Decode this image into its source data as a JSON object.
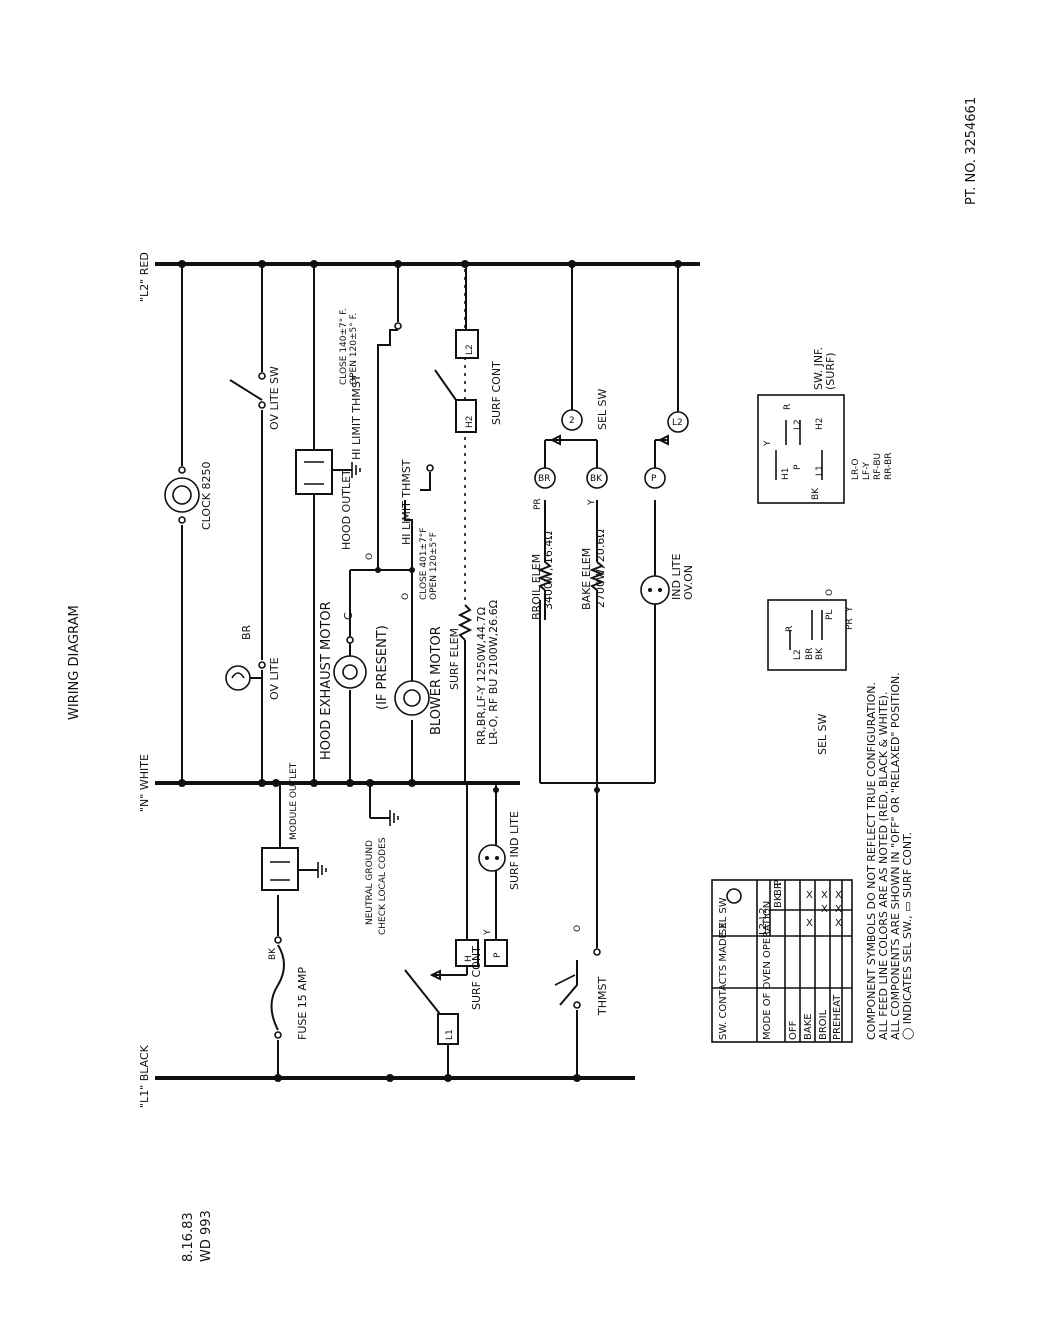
{
  "title": "WIRING DIAGRAM",
  "part_number": "PT. NO. 3254661",
  "date": "8.16.83",
  "drawing_number": "WD 993",
  "buses": {
    "l1": "\"L1\" BLACK",
    "n": "\"N\" WHITE",
    "l2": "\"L2\" RED"
  },
  "components": {
    "fuse": "FUSE 15 AMP",
    "bk_wire": "BK",
    "module_outlet": "MODULE OUTLET",
    "neutral_ground": "NEUTRAL GROUND",
    "check_local_codes": "CHECK LOCAL CODES",
    "l1_terminal": "L1",
    "surf_cont_1": "SURF CONT",
    "h_terminal": "H",
    "p_terminal": "P",
    "y_wire": "Y",
    "surf_ind_lite": "SURF IND LITE",
    "thmst": "THMST",
    "o_mark": "O",
    "br_wire": "BR",
    "ov_lite": "OV LITE",
    "hood_exhaust_motor": "HOOD EXHAUST MOTOR",
    "if_present": "(IF PRESENT)",
    "c_mark": "C",
    "blower_motor": "BLOWER MOTOR",
    "surf_elem": "SURF ELEM",
    "surf_elem_spec_1": "RR,BR,LF-Y 1250W,44.7Ω",
    "surf_elem_spec_2": "LR-O, RF BU 2100W,26.6Ω",
    "broil_elem": "BROIL ELEM",
    "broil_spec": "3400W, 16.4Ω",
    "bake_elem": "BAKE ELEM",
    "bake_spec": "2700W, 20.6Ω",
    "ind_lite": "IND LITE",
    "ov_on": "OV.ON",
    "clock": "CLOCK 8250",
    "ov_lite_sw": "OV LITE SW",
    "hood_outlet": "HOOD OUTLET",
    "hi_limit_thmst_1": "HI LIMIT THMST",
    "close_open_1a": "CLOSE 401±7°F",
    "close_open_1b": "OPEN 120±5°F",
    "hi_limit_thmst_2": "HI LIMIT THMST",
    "close_open_2a": "CLOSE 140±7° F.",
    "close_open_2b": "OPEN 120±5° F.",
    "h2_terminal": "H2",
    "l2_terminal": "L2",
    "surf_cont_2": "SURF CONT",
    "sel_sw": "SEL SW",
    "br_circle": "BR",
    "bk_circle": "BK",
    "p_circle": "P",
    "two_circle": "2",
    "l2_circle": "L2",
    "pr_wire": "PR",
    "y_wire_2": "Y",
    "sel_sw_label": "SEL SW",
    "sel_sw_terms": [
      "L2",
      "BR",
      "BK",
      "PL",
      "PR",
      "Y",
      "R",
      "O"
    ],
    "sw_jnf": "SW. JNF.",
    "surf": "(SURF)",
    "sw_jnf_terms": [
      "R",
      "L2",
      "H2",
      "P",
      "H1",
      "L1",
      "BK",
      "Y"
    ],
    "color_codes": [
      "LR-O",
      "LF-Y",
      "RF-BU",
      "RR-BR"
    ]
  },
  "table": {
    "header_left": "SW. CONTACTS MADE X",
    "header_right": "SEL SW",
    "mode_header": "MODE OF OVEN OPERATION",
    "columns": [
      "L2-L2",
      "L2-L2"
    ],
    "sub_columns": [
      "BK",
      "BR",
      "P"
    ],
    "rows": [
      {
        "mode": "OFF",
        "marks": [
          "",
          "",
          "",
          ""
        ]
      },
      {
        "mode": "BAKE",
        "marks": [
          "X",
          "",
          "X",
          ""
        ]
      },
      {
        "mode": "BROIL",
        "marks": [
          "",
          "X",
          "X",
          ""
        ]
      },
      {
        "mode": "PREHEAT",
        "marks": [
          "X",
          "X",
          "X",
          ""
        ]
      }
    ]
  },
  "notes": [
    "COMPONENT SYMBOLS DO NOT REFLECT TRUE CONFIGURATION.",
    "ALL FEED LINE COLORS ARE AS NOTED (RED, BLACK & WHITE).",
    "ALL COMPONENTS ARE SHOWN IN \"OFF\" OR \"RELAXED\" POSITION.",
    "◯ INDICATES SEL SW., ▭ SURF CONT."
  ]
}
